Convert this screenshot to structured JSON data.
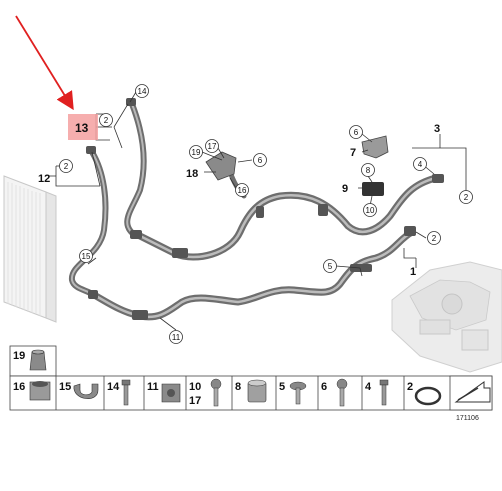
{
  "labels": {
    "p1": "1",
    "p2": "2",
    "p3": "3",
    "p4": "4",
    "p5": "5",
    "p6": "6",
    "p7": "7",
    "p8": "8",
    "p9": "9",
    "p10": "10",
    "p11": "11",
    "p12": "12",
    "p13": "13",
    "p14": "14",
    "p15": "15",
    "p16": "16",
    "p17": "17",
    "p18": "18",
    "p19": "19"
  },
  "legend_labels": {
    "c19": "19",
    "c16": "16",
    "c15": "15",
    "c14": "14",
    "c11": "11",
    "c10": "10",
    "c17": "17",
    "c8": "8",
    "c5": "5",
    "c6": "6",
    "c4": "4",
    "c2": "2"
  },
  "catalog_number": "171106",
  "colors": {
    "highlight": "#f4a0a0",
    "arrow": "#e02020",
    "hose": "#7a7a7a",
    "hose_light": "#b8b8b8",
    "frame": "#444444"
  },
  "icons": {
    "radiator": "radiator-icon",
    "engine": "engine-block-icon",
    "arrow": "red-pointer-arrow-icon"
  }
}
